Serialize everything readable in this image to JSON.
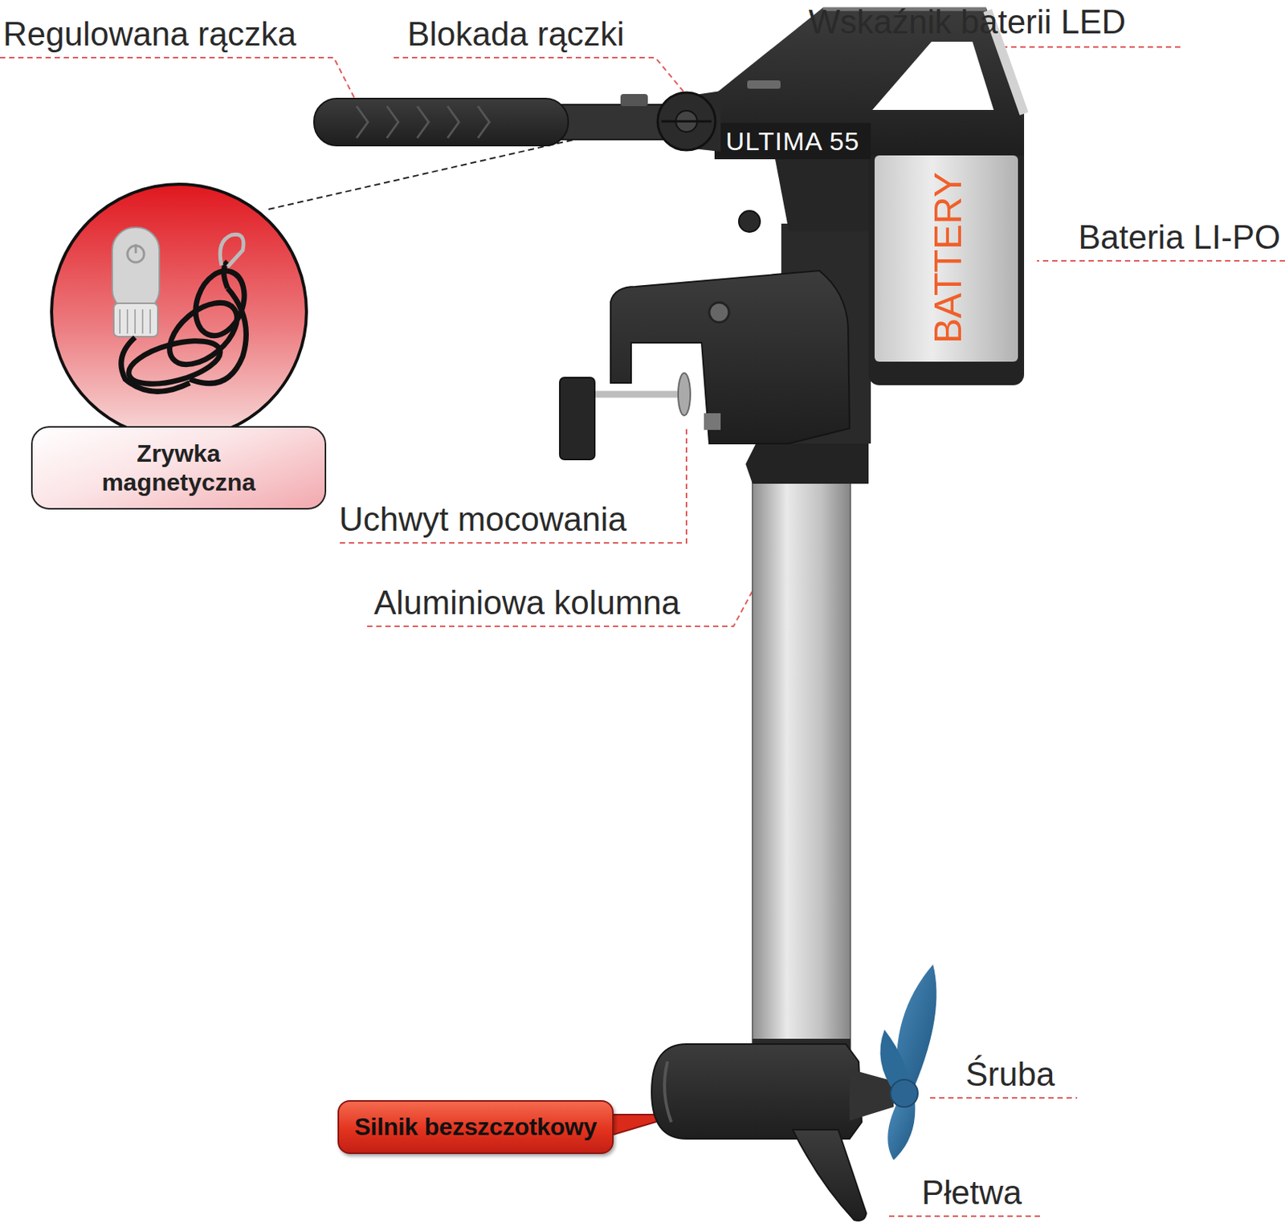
{
  "diagram": {
    "nodes": [
      {
        "text": [
          "Zrywka magnetyczna"
        ]
      },
      {
        "text": [
          "Silnik bezszczotkowy"
        ]
      }
    ],
    "labels": [
      "Regulowana rączka",
      "Blokada rączki",
      "Wskaźnik baterii LED",
      "Bateria LI-PO",
      "Uchwyt mocowania",
      "Aluminiowa kolumna",
      "Śruba",
      "Płetwa",
      "ULTIMA 55",
      "BATTERY"
    ]
  }
}
